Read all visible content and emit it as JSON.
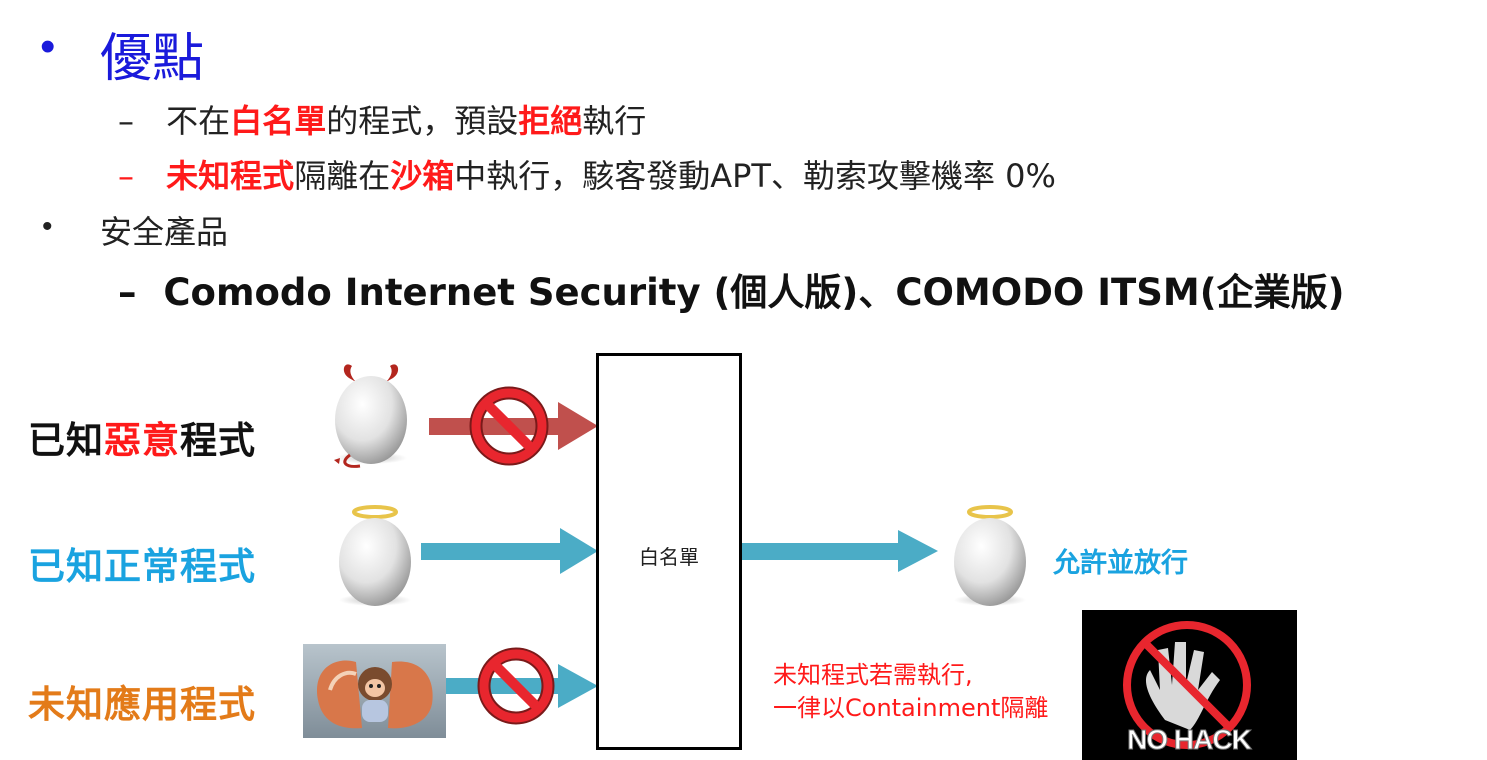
{
  "slide": {
    "heading": {
      "bullet": "•",
      "text": "優點"
    },
    "pros": [
      {
        "dash": "–",
        "t1": "不在",
        "r1": "白名單",
        "t2": "的程式，預設",
        "r2": "拒絕",
        "t3": "執行"
      },
      {
        "dash": "–",
        "r1": "未知程式",
        "t1": "隔離在",
        "r2": "沙箱",
        "t2": "中執行，駭客發動APT、勒索攻擊機率 0%"
      }
    ],
    "products_heading": {
      "bullet": "•",
      "text": "安全產品"
    },
    "products": {
      "dash": "–",
      "text": "Comodo Internet Security (個人版)、COMODO ITSM(企業版)"
    }
  },
  "diagram": {
    "rows": [
      {
        "p1": "已知",
        "p2": "惡意",
        "p3": "程式",
        "color1": "#111111",
        "color2": "#ff1a1a",
        "color3": "#111111"
      },
      {
        "text": "已知正常程式",
        "color": "#1aa3e0"
      },
      {
        "text": "未知應用程式",
        "color": "#e37b19"
      }
    ],
    "whitelist_label": "白名單",
    "allow_label": "允許並放行",
    "allow_color": "#1aa3e0",
    "containment_note": [
      "未知程式若需執行,",
      "一律以Containment隔離"
    ],
    "nohack_text": "NO HACK",
    "icons": [
      "devil-egg-icon",
      "angel-egg-icon",
      "hatching-monkey-image",
      "prohibited-icon",
      "no-hack-image"
    ],
    "colors": {
      "malicious_arrow": "#c0504d",
      "normal_arrow": "#4bacc6",
      "prohibit": "#e8262e"
    }
  }
}
